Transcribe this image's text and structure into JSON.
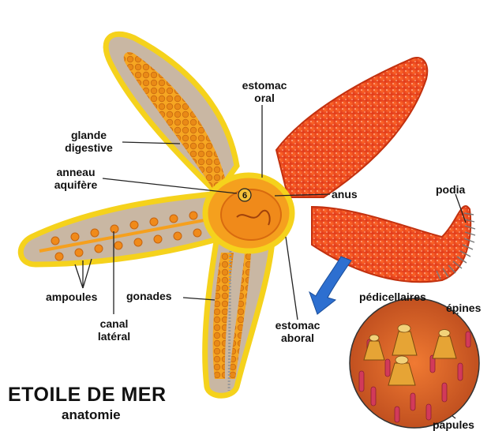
{
  "title": "ETOILE DE MER",
  "subtitle": "anatomie",
  "labels": {
    "estomac_oral": [
      "estomac",
      "oral"
    ],
    "glande_digestive": [
      "glande",
      "digestive"
    ],
    "anneau_aquifere": [
      "anneau",
      "aquifère"
    ],
    "anus": "anus",
    "podia": "podia",
    "ampoules": "ampoules",
    "gonades": "gonades",
    "canal_lateral": [
      "canal",
      "latéral"
    ],
    "estomac_aboral": [
      "estomac",
      "aboral"
    ],
    "pedicellaires": "pédicellaires",
    "epines": "épines",
    "papules": "papules",
    "madreporite_number": "6"
  },
  "colors": {
    "body_orange": "#f2571c",
    "body_red": "#e8401a",
    "inner_orange": "#f5a01e",
    "outline_yellow": "#f5d21c",
    "cavity": "#c9b7a3",
    "arrow_blue": "#2d6fd0"
  },
  "icons": [
    "magnifier-arrow-icon"
  ]
}
